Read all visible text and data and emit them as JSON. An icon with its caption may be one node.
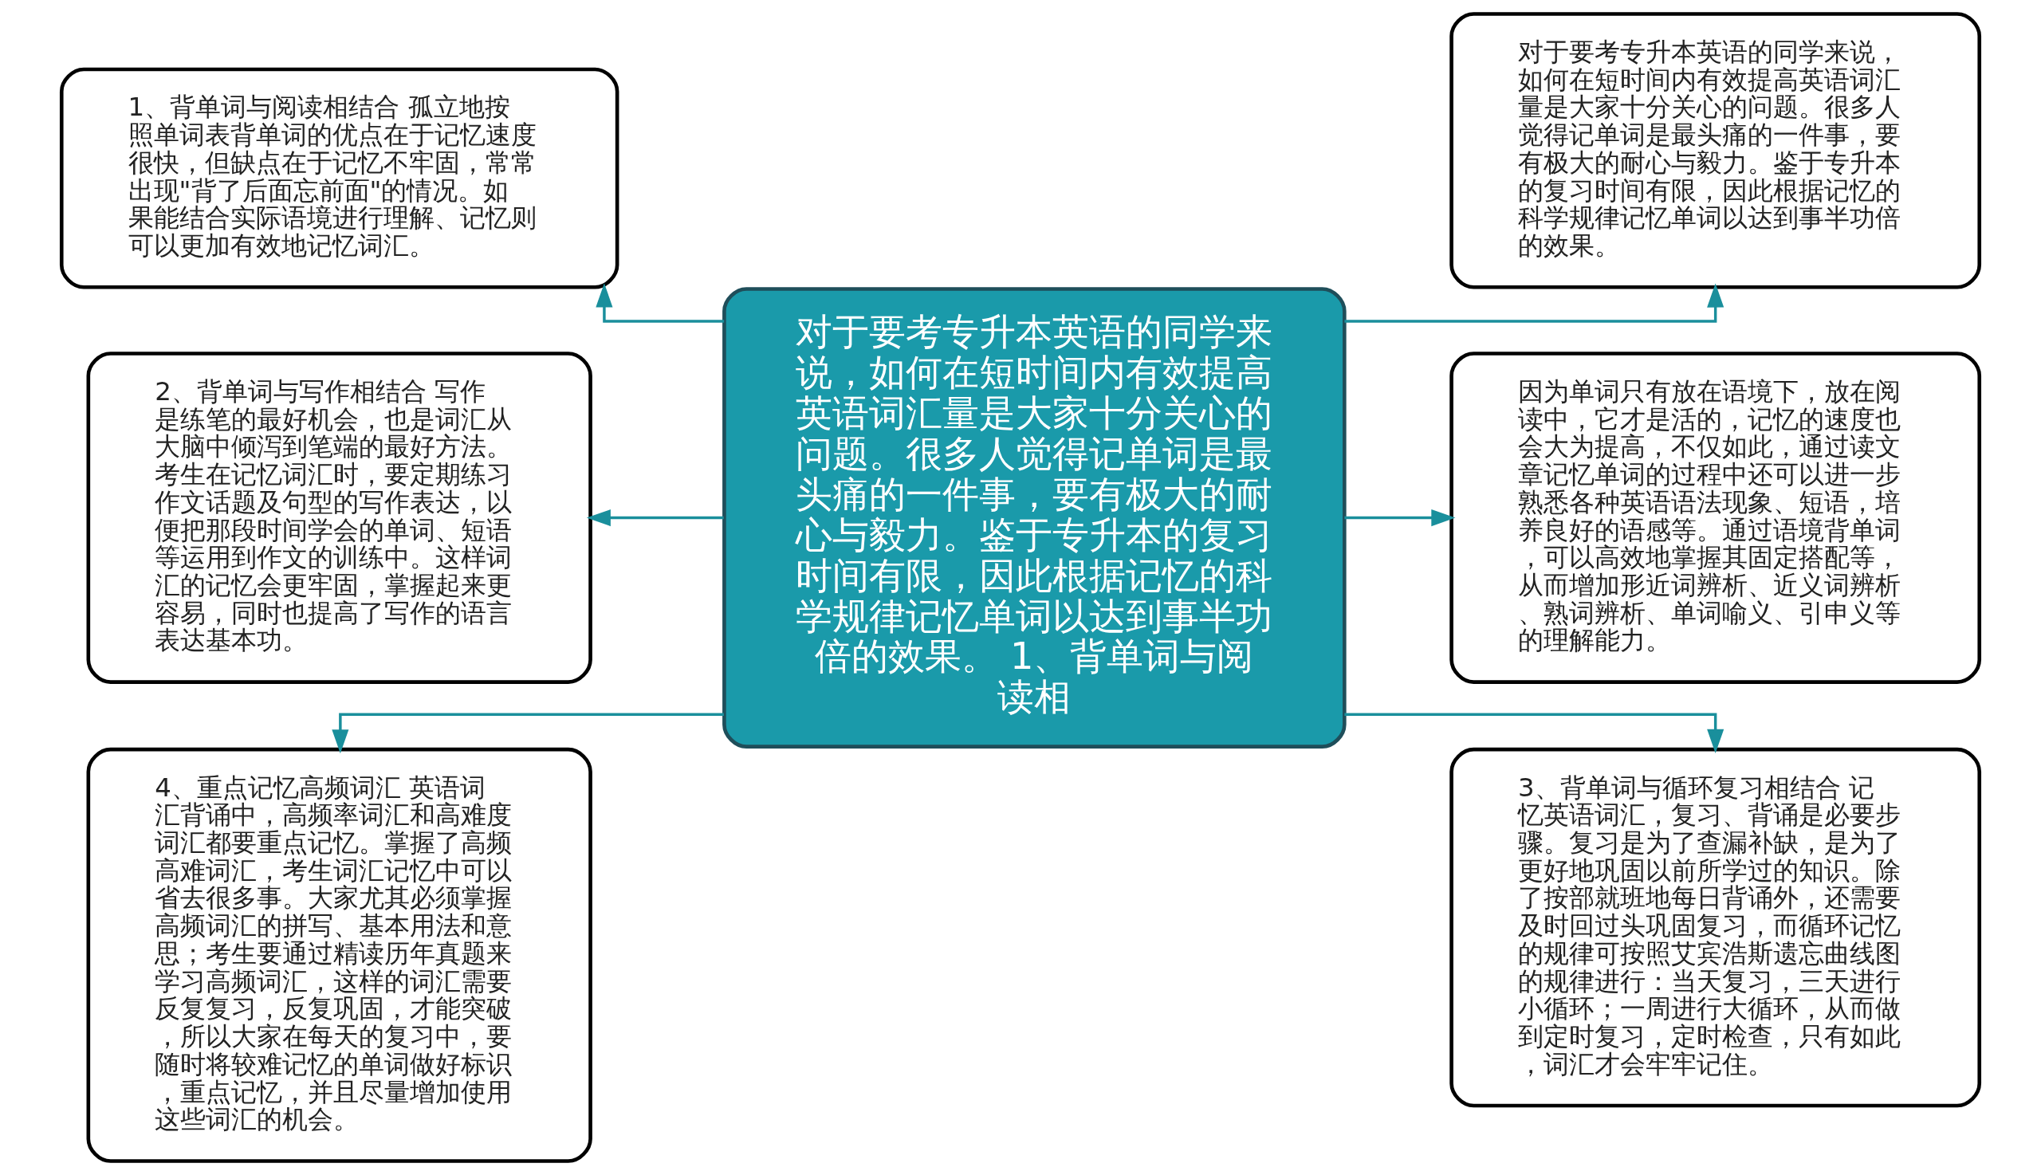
{
  "diagram": {
    "nodes": [
      {
        "text": [
          "对于要考专升本英语的同学来说，如何在短时间内有效提高英语词汇量是大家十分关心的问题。很多人觉得记单词是最头痛的一件事，要有极大的耐心与毅力。鉴于专升本的复习时间有限，因此根据记忆的科学规律记忆单词以达到事半功倍的效果。 1、背单词与阅读相"
        ]
      },
      {
        "text": [
          "1、背单词与阅读相结合 孤立地按照单词表背单词的优点在于记忆速度很快，但缺点在于记忆不牢固，常常出现\"背了后面忘前面\"的情况。如果能结合实际语境进行理解、记忆则可以更加有效地记忆词汇。"
        ]
      },
      {
        "text": [
          "2、背单词与写作相结合 写作是练笔的最好机会，也是词汇从大脑中倾泻到笔端的最好方法。考生在记忆词汇时，要定期练习作文话题及句型的写作表达，以便把那段时间学会的单词、短语等运用到作文的训练中。这样词汇的记忆会更牢固，掌握起来更容易，同时也提高了写作的语言表达基本功。"
        ]
      },
      {
        "text": [
          "4、重点记忆高频词汇 英语词汇背诵中，高频率词汇和高难度词汇都要重点记忆。掌握了高频高难词汇，考生词汇记忆中可以省去很多事。大家尤其必须掌握高频词汇的拼写、基本用法和意思；考生要通过精读历年真题来学习高频词汇，这样的词汇需要反复复习，反复巩固，才能突破，所以大家在每天的复习中，要随时将较难记忆的单词做好标识，重点记忆，并且尽量增加使用这些词汇的机会。"
        ]
      },
      {
        "text": [
          "对于要考专升本英语的同学来说，如何在短时间内有效提高英语词汇量是大家十分关心的问题。很多人觉得记单词是最头痛的一件事，要有极大的耐心与毅力。鉴于专升本的复习时间有限，因此根据记忆的科学规律记忆单词以达到事半功倍的效果。"
        ]
      },
      {
        "text": [
          "因为单词只有放在语境下，放在阅读中，它才是活的，记忆的速度也会大为提高，不仅如此，通过读文章记忆单词的过程中还可以进一步熟悉各种英语语法现象、短语，培养良好的语感等。通过语境背单词，可以高效地掌握其固定搭配等，从而增加形近词辨析、近义词辨析、熟词辨析、单词喻义、引申义等的理解能力。"
        ]
      },
      {
        "text": [
          "3、背单词与循环复习相结合 记忆英语词汇，复习、背诵是必要步骤。复习是为了查漏补缺，是为了更好地巩固以前所学过的知识。除了按部就班地每日背诵外，还需要及时回过头巩固复习，而循环记忆的规律可按照艾宾浩斯遗忘曲线图的规律进行：当天复习，三天进行小循环；一周进行大循环，从而做到定时复习，定时检查，只有如此，词汇才会牢牢记住。"
        ]
      }
    ],
    "edges": [
      {
        "from": 0,
        "to": 1,
        "arrow": "to"
      },
      {
        "from": 0,
        "to": 2,
        "arrow": "to"
      },
      {
        "from": 0,
        "to": 3,
        "arrow": "to"
      },
      {
        "from": 0,
        "to": 4,
        "arrow": "to"
      },
      {
        "from": 0,
        "to": 5,
        "arrow": "to"
      },
      {
        "from": 0,
        "to": 6,
        "arrow": "to"
      }
    ]
  }
}
